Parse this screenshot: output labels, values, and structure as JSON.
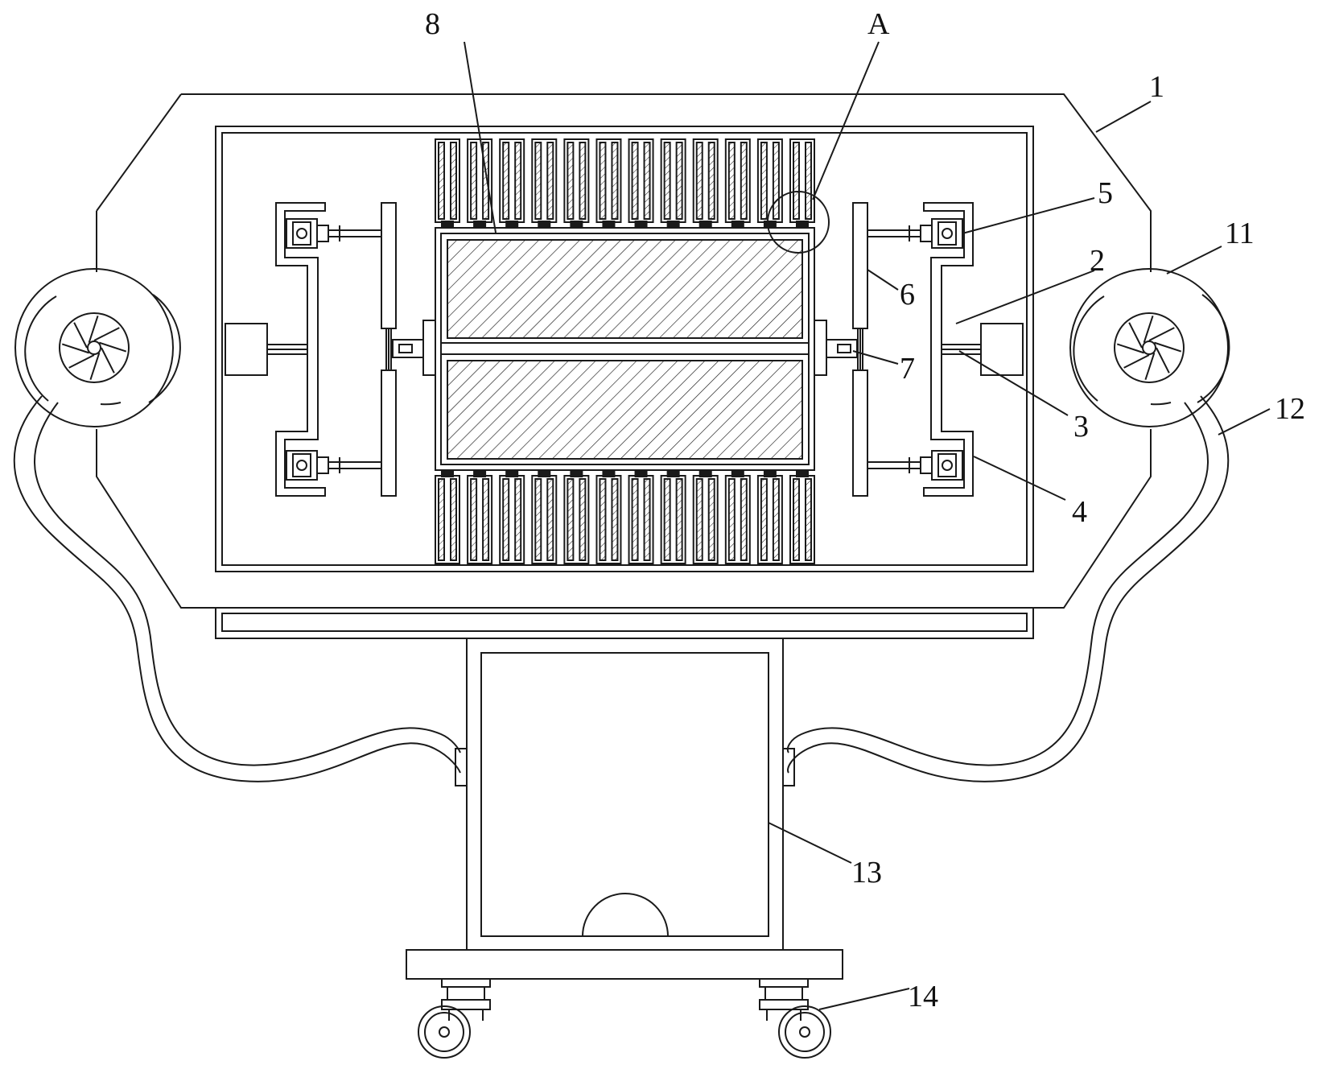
{
  "figure": {
    "labels": {
      "l1": "1",
      "l2": "2",
      "l3": "3",
      "l4": "4",
      "l5": "5",
      "l6": "6",
      "l7": "7",
      "l8": "8",
      "lA": "A",
      "l11": "11",
      "l12": "12",
      "l13": "13",
      "l14": "14"
    },
    "colors": {
      "stroke": "#1a1a1a",
      "background": "#ffffff"
    },
    "fins": {
      "count_per_row": 12
    }
  }
}
